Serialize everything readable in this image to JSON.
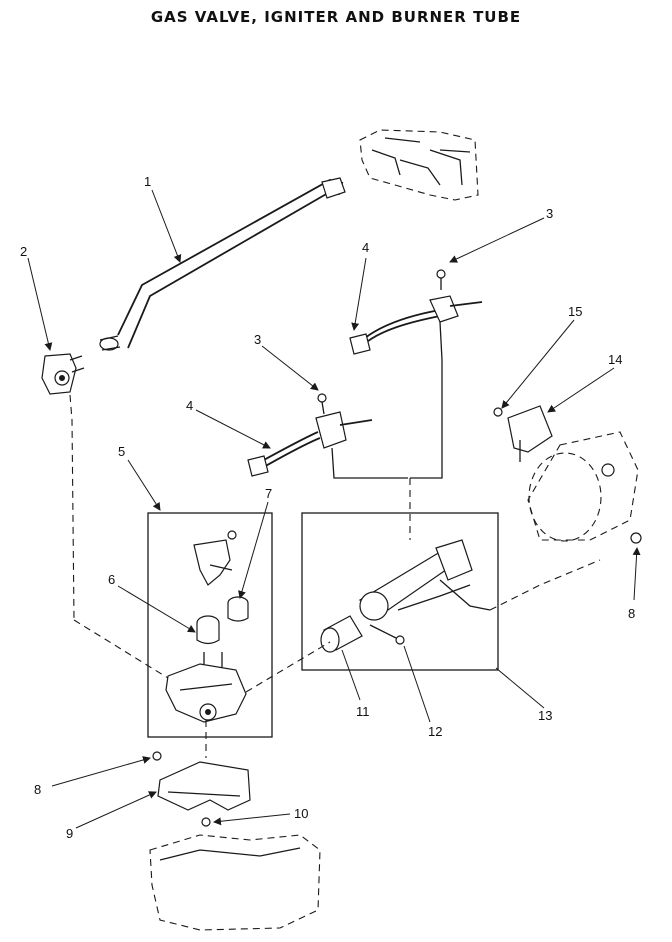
{
  "title": "GAS VALVE, IGNITER AND BURNER TUBE",
  "callouts": {
    "c1": "1",
    "c2": "2",
    "c3a": "3",
    "c3b": "3",
    "c4a": "4",
    "c4b": "4",
    "c5": "5",
    "c6": "6",
    "c7": "7",
    "c8a": "8",
    "c8b": "8",
    "c9": "9",
    "c10": "10",
    "c11": "11",
    "c12": "12",
    "c13": "13",
    "c14": "14",
    "c15": "15"
  }
}
